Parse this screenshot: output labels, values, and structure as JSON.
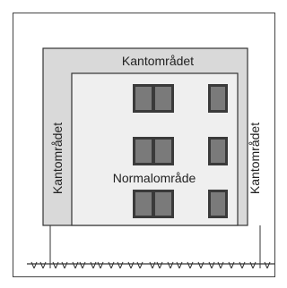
{
  "labels": {
    "edge_top": "Kantområdet",
    "edge_left": "Kantområdet",
    "edge_right": "Kantområdet",
    "normal": "Normalområde"
  },
  "colors": {
    "edge_zone": "#d9d9d9",
    "normal_zone": "#efefef",
    "window_frame": "#3a3a3a",
    "window_glass": "#7a7a7a",
    "outline": "#333333",
    "ground": "#333333"
  },
  "icons": {
    "window": "window-icon",
    "grass": "grass-tuft-icon"
  }
}
